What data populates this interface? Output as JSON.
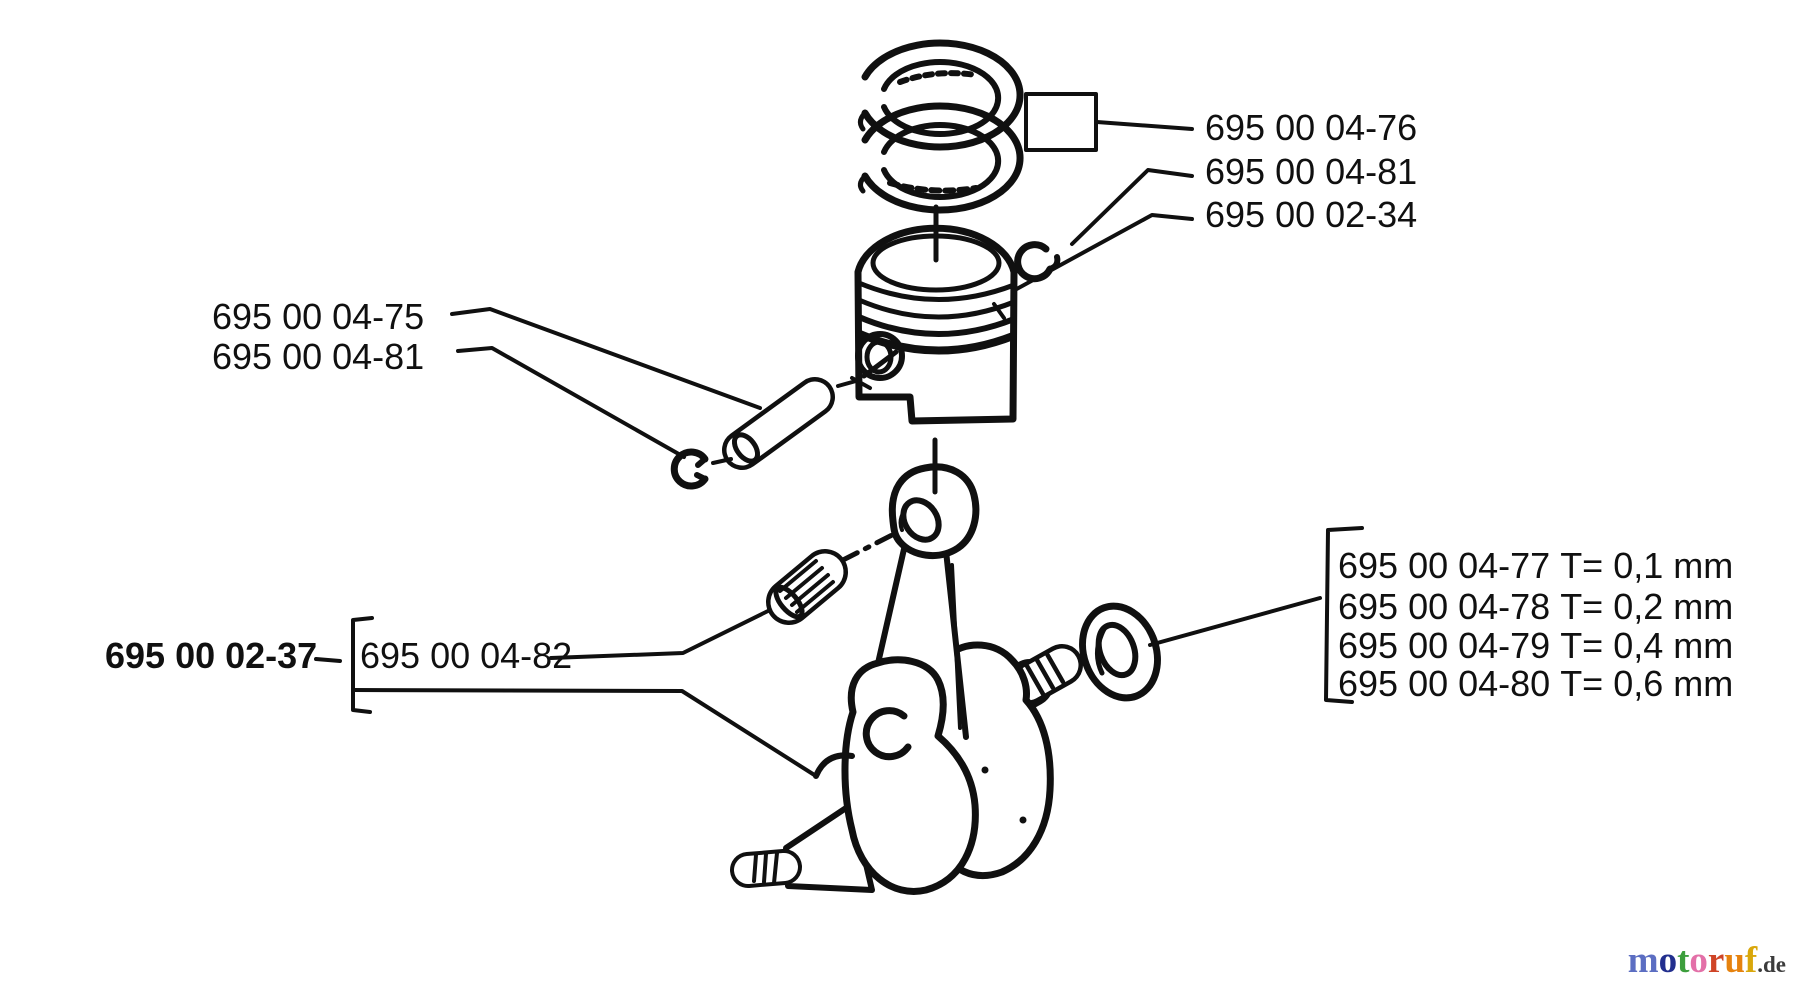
{
  "canvas": {
    "background_color": "#ffffff",
    "line_color": "#101010"
  },
  "callouts": {
    "top_right": [
      {
        "part_number": "695 00 04-76",
        "points_to": "piston-rings"
      },
      {
        "part_number": "695 00 04-81",
        "points_to": "circlip-right"
      },
      {
        "part_number": "695 00 02-34",
        "points_to": "piston"
      }
    ],
    "left": [
      {
        "part_number": "695 00 04-75",
        "points_to": "piston-pin"
      },
      {
        "part_number": "695 00 04-81",
        "points_to": "circlip-left"
      }
    ],
    "crank_assembly": {
      "part_number": "695 00 02-37"
    },
    "bearing": {
      "part_number": "695 00 04-82",
      "points_to": "needle-bearing"
    },
    "shims": [
      {
        "part_number": "695 00 04-77",
        "thickness": "T= 0,1 mm"
      },
      {
        "part_number": "695 00 04-78",
        "thickness": "T= 0,2 mm"
      },
      {
        "part_number": "695 00 04-79",
        "thickness": "T= 0,4 mm"
      },
      {
        "part_number": "695 00 04-80",
        "thickness": "T= 0,6 mm"
      }
    ]
  },
  "parts_depicted": [
    "piston-rings",
    "piston",
    "circlip-right",
    "circlip-left",
    "piston-pin",
    "needle-bearing",
    "connecting-rod",
    "crankshaft",
    "shim-washer"
  ],
  "logo": {
    "letters": [
      {
        "char": "m",
        "color": "#5c6ec2"
      },
      {
        "char": "o",
        "color": "#222f8e"
      },
      {
        "char": "t",
        "color": "#3d9e3d"
      },
      {
        "char": "o",
        "color": "#e370a8"
      },
      {
        "char": "r",
        "color": "#cf4427"
      },
      {
        "char": "u",
        "color": "#e6820e"
      },
      {
        "char": "f",
        "color": "#d9a70b"
      }
    ],
    "suffix": ".de",
    "suffix_color": "#3b3b3b"
  }
}
